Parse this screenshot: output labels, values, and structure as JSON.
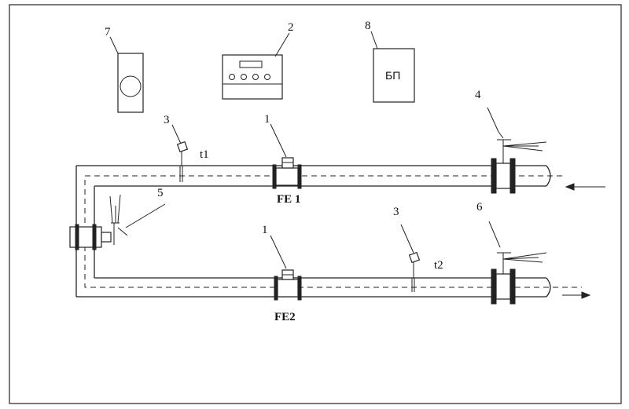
{
  "labels": {
    "n1_top": "1",
    "n1_bottom": "1",
    "n2": "2",
    "n3_top": "3",
    "n3_bottom": "3",
    "n4": "4",
    "n5": "5",
    "n6": "6",
    "n7": "7",
    "n8": "8",
    "t1": "t1",
    "t2": "t2",
    "fe1": "FE 1",
    "fe2": "FE2",
    "bp": "БП"
  }
}
